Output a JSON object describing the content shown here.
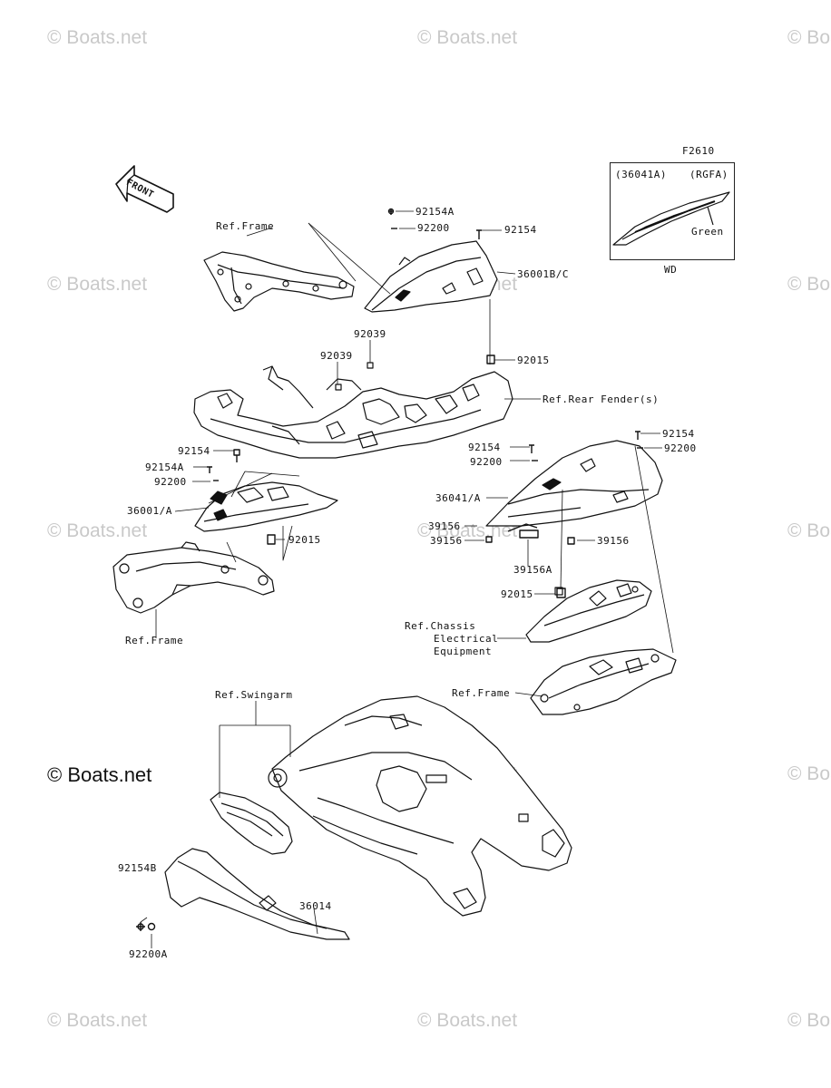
{
  "figure_code": "F2610",
  "front_label": "FRONT",
  "watermark": "© Boats.net",
  "inset": {
    "left_code": "(36041A)",
    "right_code": "(RGFA)",
    "color_note": "Green",
    "caption": "WD"
  },
  "labels": {
    "ref_frame_top": "Ref.Frame",
    "p92154a_top": "92154A",
    "p92200_top": "92200",
    "p92154_top": "92154",
    "p36001bc": "36001B/C",
    "p92039_a": "92039",
    "p92039_b": "92039",
    "p92015_upper": "92015",
    "ref_rear_fender": "Ref.Rear Fender(s)",
    "p92154_left": "92154",
    "p92154a_left": "92154A",
    "p92200_left": "92200",
    "p36001a": "36001/A",
    "p92015_left": "92015",
    "ref_frame_left": "Ref.Frame",
    "p92154_right_top": "92154",
    "p92200_right_top": "92200",
    "p92154_right_mid": "92154",
    "p92200_right_mid": "92200",
    "p36041a": "36041/A",
    "p39156_a": "39156",
    "p39156_b": "39156",
    "p39156_c": "39156",
    "p39156a": "39156A",
    "p92015_right": "92015",
    "ref_chassis_1": "Ref.Chassis",
    "ref_chassis_2": "Electrical",
    "ref_chassis_3": "Equipment",
    "ref_frame_right": "Ref.Frame",
    "ref_swingarm": "Ref.Swingarm",
    "p92154b": "92154B",
    "p36014": "36014",
    "p92200a": "92200A"
  }
}
